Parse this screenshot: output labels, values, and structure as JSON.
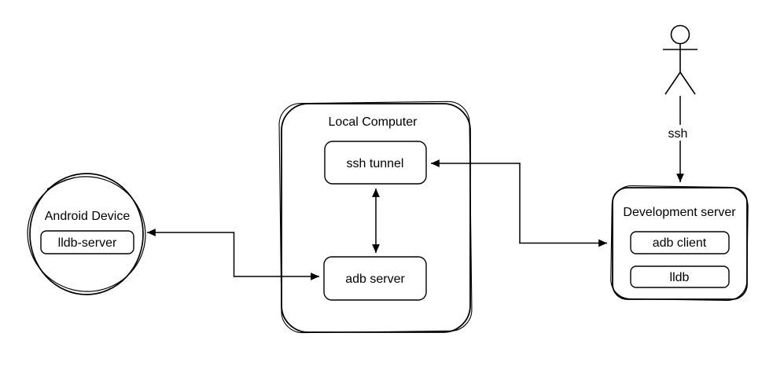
{
  "diagram": {
    "nodes": {
      "android_device": {
        "title": "Android Device",
        "component": "lldb-server"
      },
      "local_computer": {
        "title": "Local Computer",
        "ssh_tunnel": "ssh tunnel",
        "adb_server": "adb server"
      },
      "development_server": {
        "title": "Development server",
        "adb_client": "adb client",
        "lldb": "lldb"
      }
    },
    "edges": {
      "actor_to_devserver_label": "ssh"
    },
    "colors": {
      "stroke": "#000000",
      "background": "#ffffff"
    }
  }
}
